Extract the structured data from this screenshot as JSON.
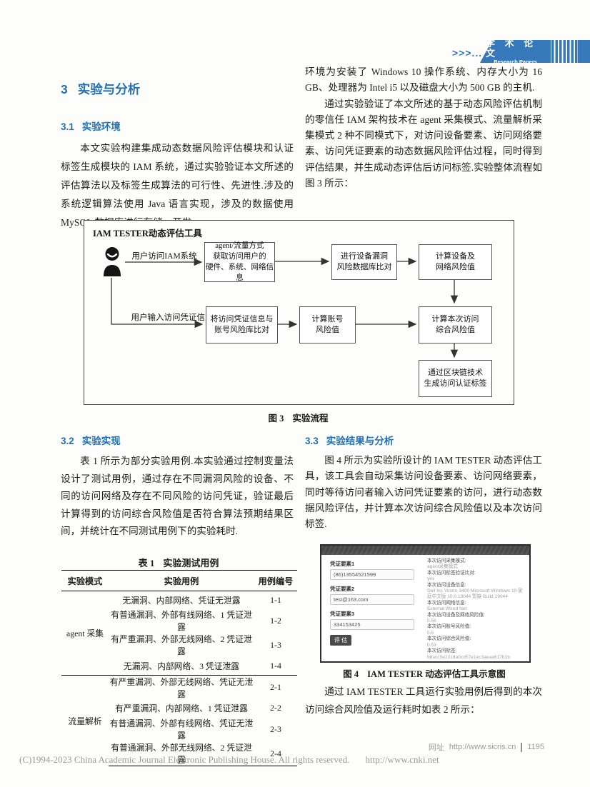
{
  "header": {
    "arrows": ">>>...",
    "badge_title": "学 术 论 文",
    "badge_subtitle": "Research Papers",
    "badge_color": "#3579bb"
  },
  "sections": {
    "s3": {
      "number": "3",
      "title": "实验与分析"
    },
    "s31": {
      "number": "3.1",
      "title": "实验环境",
      "paragraph": "本文实验构建集成动态数据风险评估模块和认证标签生成模块的 IAM 系统，通过实验验证本文所述的评估算法以及标签生成算法的可行性、先进性.涉及的系统逻辑算法使用 Java 语言实现，涉及的数据使用 MySQL 数据库进行存储，开发"
    },
    "right_top": {
      "p1": "环境为安装了 Windows 10 操作系统、内存大小为 16 GB、处理器为 Intel i5 以及磁盘大小为 500 GB 的主机.",
      "p2": "通过实验验证了本文所述的基于动态风险评估机制的零信任 IAM 架构技术在 agent 采集模式、流量解析采集模式 2 种不同模式下，对访问设备要素、访问网络要素、访问凭证要素的动态数据风险评估过程，同时得到评估结果，并生成动态评估后访问标签.实验整体流程如图 3 所示：",
      "p_after_fig4": "通过 IAM TESTER 工具运行实验用例后得到的本次访问综合风险值及运行耗时如表 2 所示："
    },
    "s32": {
      "number": "3.2",
      "title": "实验实现",
      "paragraph": "表 1 所示为部分实验用例.本实验通过控制变量法设计了测试用例，通过存在不同漏洞风险的设备、不同的访问网络及存在不同风险的访问凭证，验证最后计算得到的访问综合风险值是否符合算法预期结果区间，并统计在不同测试用例下的实验耗时."
    },
    "s33": {
      "number": "3.3",
      "title": "实验结果与分析",
      "paragraph": "图 4 所示为实验所设计的 IAM TESTER 动态评估工具，该工具会自动采集访问设备要素、访问网络要素，同时等待访问者输入访问凭证要素的访问，进行动态数据风险评估，并计算本次访问综合风险值以及本次访问标签."
    }
  },
  "figure3": {
    "container_label": "IAM TESTER动态评估工具",
    "caption_tag": "图 3",
    "caption_text": "实验流程",
    "arrow_label_top": "用户访问IAM系统",
    "arrow_label_bottom": "用户输入访问凭证信息",
    "boxes": {
      "b1": "agent/流量方式\n获取访问用户的\n硬件、系统、网络信息",
      "b2": "进行设备漏洞\n风险数据库比对",
      "b3": "计算设备及\n网络风险值",
      "b4": "将访问凭证信息与\n账号风险库比对",
      "b5": "计算账号\n风险值",
      "b6": "计算本次访问\n综合风险值",
      "b7": "通过区块链技术\n生成访问认证标签"
    }
  },
  "table1": {
    "title_tag": "表 1",
    "title_text": "实验测试用例",
    "headers": [
      "实验模式",
      "实验用例",
      "用例编号"
    ],
    "groups": [
      {
        "mode": "agent 采集",
        "rows": [
          [
            "无漏洞、内部网络、凭证无泄露",
            "1-1"
          ],
          [
            "有普通漏洞、外部有线网络、1 凭证泄露",
            "1-2"
          ],
          [
            "有严重漏洞、外部无线网络、2 凭证泄露",
            "1-3"
          ],
          [
            "无漏洞、内部网络、3 凭证泄露",
            "1-4"
          ]
        ]
      },
      {
        "mode": "流量解析",
        "rows": [
          [
            "有严重漏洞、外部无线网络、凭证无泄露",
            "2-1"
          ],
          [
            "有严重漏洞、内部网络、1 凭证泄露",
            "2-2"
          ],
          [
            "有普通漏洞、外部有线网络、凭证无泄露",
            "2-3"
          ],
          [
            "有普通漏洞、外部无线网络、2 凭证泄露",
            "2-4"
          ]
        ]
      }
    ]
  },
  "figure4": {
    "caption_tag": "图 4",
    "caption_text": "IAM TESTER 动态评估工具示意图",
    "form": {
      "fields": [
        {
          "label": "凭证要素1",
          "value": "(86)13554521599"
        },
        {
          "label": "凭证要素2",
          "value": "test@163.com"
        },
        {
          "label": "凭证要素3",
          "value": "334153425"
        }
      ],
      "button_label": "评 估"
    },
    "results": [
      {
        "label": "本次访问采集模式:",
        "value": "agent采集模式"
      },
      {
        "label": "本次访问标签验证比对:",
        "value": "yes"
      },
      {
        "label": "本次访问设备信息:",
        "value": "Dell Inc Vostro 3400 Microsoft Windows 10 家庭中文版 10.0.19044 暂缺 Build 19044"
      },
      {
        "label": "本次访问网络信息:",
        "value": "External Wired Net"
      },
      {
        "label": "本次访问设备及网络风险值:",
        "value": "0.56"
      },
      {
        "label": "本次访问账号风险值:",
        "value": "0.5"
      },
      {
        "label": "本次访问综合风险值:",
        "value": "0.53"
      },
      {
        "label": "本次访问标签:",
        "value": "b8acc0e2018a0cd57e1ec3aeaa617b1b"
      }
    ]
  },
  "footer": {
    "site_label": "网址",
    "site_url": "http://www.sicris.cn",
    "page_number": "1195",
    "copyright": "(C)1994-2023 China Academic Journal Electronic Publishing House. All rights reserved.",
    "cnki_url": "http://www.cnki.net"
  }
}
